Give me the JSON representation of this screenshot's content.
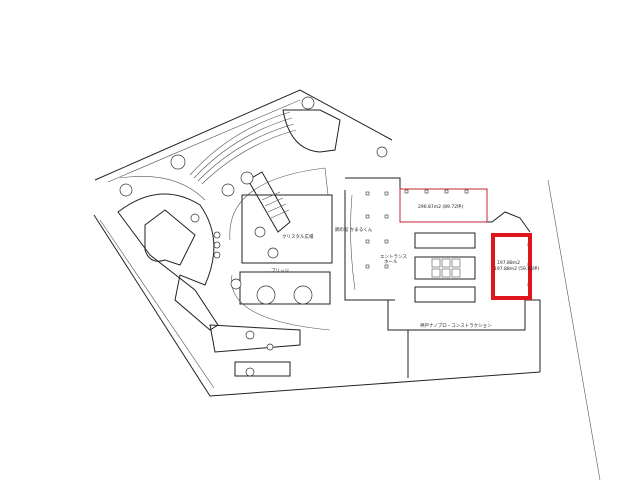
{
  "plan": {
    "area_upper": "296.87m2 (89.72坪)",
    "area_right": "197.88m2 (59.85坪)",
    "crystal_plaza": "クリスタル広場",
    "bridge": "ブリッジ",
    "exhibit": "鋼の館 かまるくん",
    "entrance_hall_1": "エントランス",
    "entrance_hall_2": "ホール",
    "construction": "神戸ナノブロ・コンストラクション"
  },
  "colors": {
    "highlight": "#e0161d",
    "line": "#222222"
  }
}
